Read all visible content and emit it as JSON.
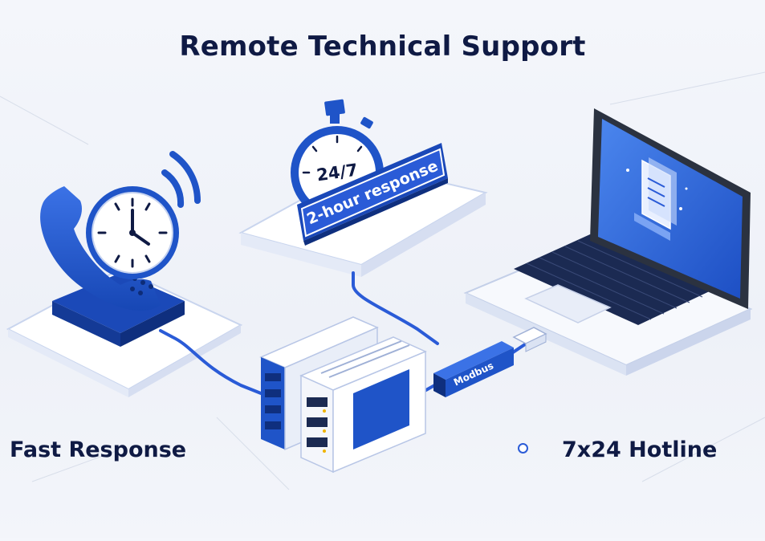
{
  "title": "Remote Technical Support",
  "labels": {
    "left": "Fast Response",
    "right": "7x24 Hotline"
  },
  "stopwatch": {
    "hours": "24/7",
    "banner": "2-hour response"
  },
  "converter": {
    "label": "Modbus"
  },
  "colors": {
    "primary_blue": "#1f54c8",
    "dark_navy": "#0f1a44",
    "platform_white": "#ffffff",
    "background": "#f1f4fa"
  },
  "icons": [
    "phone-icon",
    "clock-icon",
    "stopwatch-icon",
    "laptop-icon",
    "plc-module-icon",
    "modbus-converter-icon",
    "document-icon"
  ]
}
